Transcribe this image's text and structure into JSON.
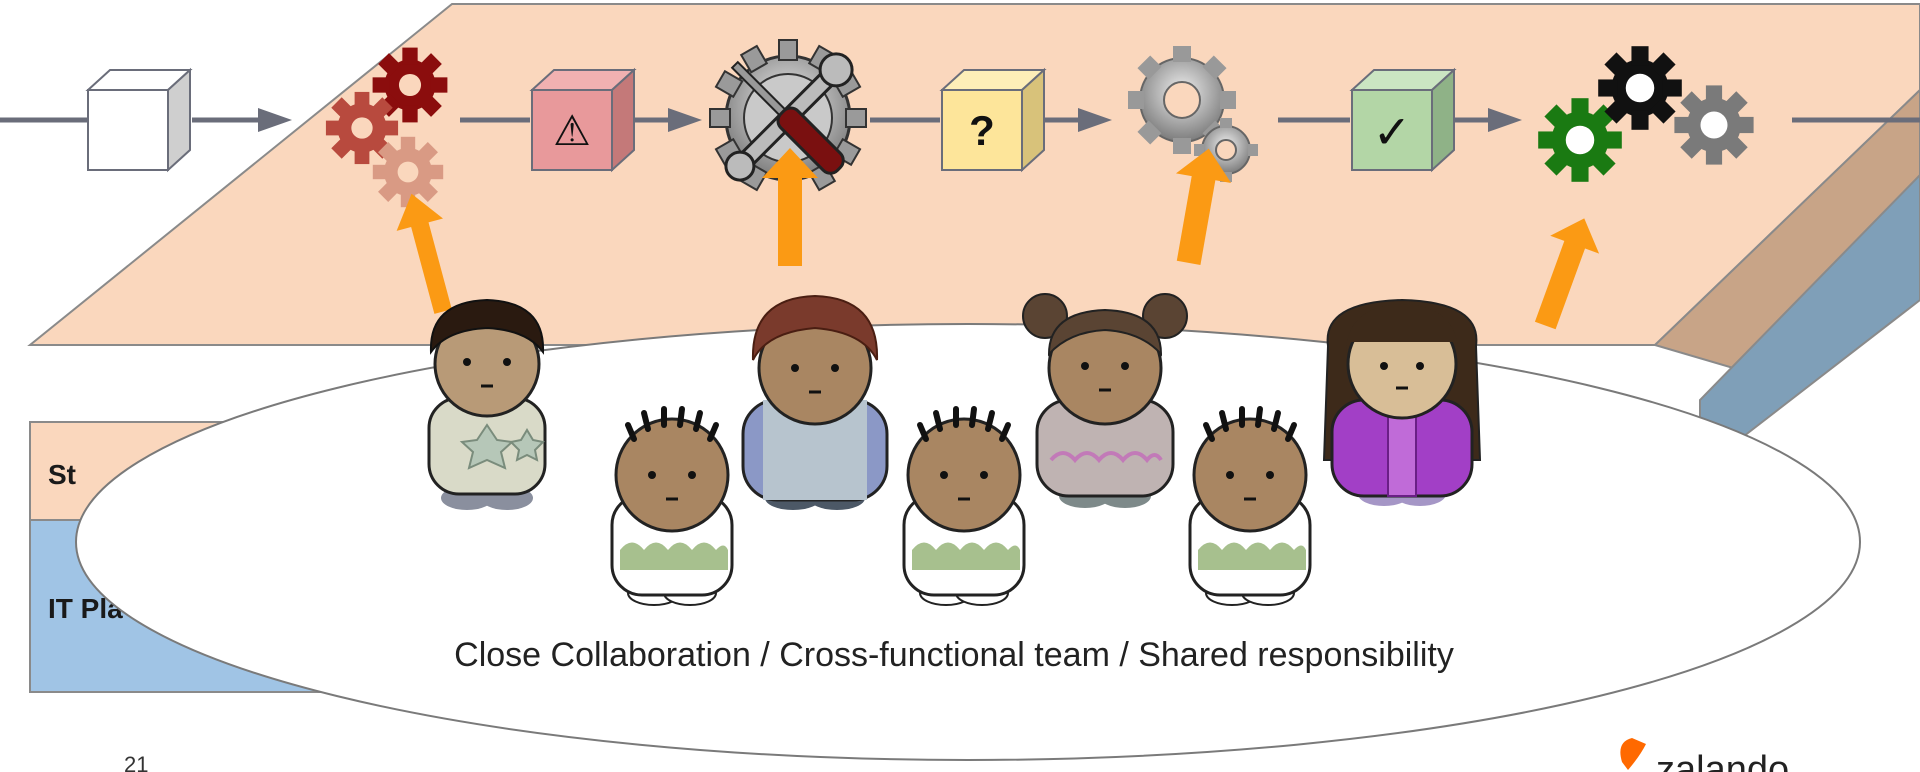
{
  "layers": {
    "top_label": "St",
    "bottom_label": "IT Pla"
  },
  "pipeline": {
    "stages": [
      {
        "kind": "box",
        "symbol": "",
        "color": "#ffffff"
      },
      {
        "kind": "gears",
        "icon": "gears-red-icon"
      },
      {
        "kind": "box",
        "symbol": "⚠",
        "color": "#e8999b"
      },
      {
        "kind": "tools",
        "icon": "wrench-screwdriver-gear-icon"
      },
      {
        "kind": "box",
        "symbol": "?",
        "color": "#fde59a"
      },
      {
        "kind": "gears",
        "icon": "gears-gray-icon"
      },
      {
        "kind": "box",
        "symbol": "✓",
        "color": "#b3d6a6"
      },
      {
        "kind": "gears",
        "icon": "gears-multicolor-icon"
      }
    ]
  },
  "team": {
    "caption": "Close Collaboration / Cross-functional team / Shared responsibility"
  },
  "footer": {
    "slide_number": "21",
    "brand": "zalando"
  },
  "colors": {
    "platform_top": "#fad7bd",
    "platform_brown": "#c8a487",
    "platform_blue_dark": "#7f9fb8",
    "platform_blue_light": "#a0c4e5",
    "arrow_orange": "#fb9a14",
    "flow_line": "#6a6d7a"
  }
}
